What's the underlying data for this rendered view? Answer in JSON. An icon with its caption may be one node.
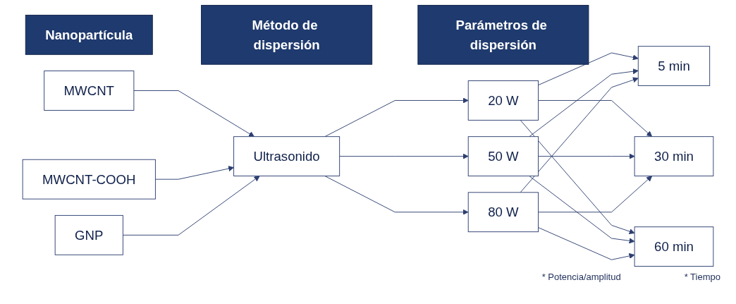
{
  "diagram": {
    "nodes": [
      {
        "text": [
          "Nanopartícula"
        ]
      },
      {
        "text": [
          "Método de dispersión"
        ]
      },
      {
        "text": [
          "Parámetros de dispersión"
        ]
      },
      {
        "text": [
          "MWCNT"
        ]
      },
      {
        "text": [
          "MWCNT-COOH"
        ]
      },
      {
        "text": [
          "GNP"
        ]
      },
      {
        "text": [
          "Ultrasonido"
        ]
      },
      {
        "text": [
          "20 W"
        ]
      },
      {
        "text": [
          "50 W"
        ]
      },
      {
        "text": [
          "80 W"
        ]
      },
      {
        "text": [
          "5 min"
        ]
      },
      {
        "text": [
          "30 min"
        ]
      },
      {
        "text": [
          "60 min"
        ]
      }
    ],
    "edges": [
      {
        "from": 3,
        "to": 6,
        "arrow": "to"
      },
      {
        "from": 4,
        "to": 6,
        "arrow": "to"
      },
      {
        "from": 5,
        "to": 6,
        "arrow": "to"
      },
      {
        "from": 6,
        "to": 7,
        "arrow": "to"
      },
      {
        "from": 6,
        "to": 8,
        "arrow": "to"
      },
      {
        "from": 6,
        "to": 9,
        "arrow": "to"
      },
      {
        "from": 7,
        "to": 10,
        "arrow": "to"
      },
      {
        "from": 7,
        "to": 11,
        "arrow": "to"
      },
      {
        "from": 7,
        "to": 12,
        "arrow": "to"
      },
      {
        "from": 8,
        "to": 10,
        "arrow": "to"
      },
      {
        "from": 8,
        "to": 11,
        "arrow": "to"
      },
      {
        "from": 8,
        "to": 12,
        "arrow": "to"
      },
      {
        "from": 9,
        "to": 10,
        "arrow": "to"
      },
      {
        "from": 9,
        "to": 11,
        "arrow": "to"
      },
      {
        "from": 9,
        "to": 12,
        "arrow": "to"
      }
    ],
    "labels": [
      "* Potencia/amplitud",
      "* Tiempo"
    ]
  }
}
